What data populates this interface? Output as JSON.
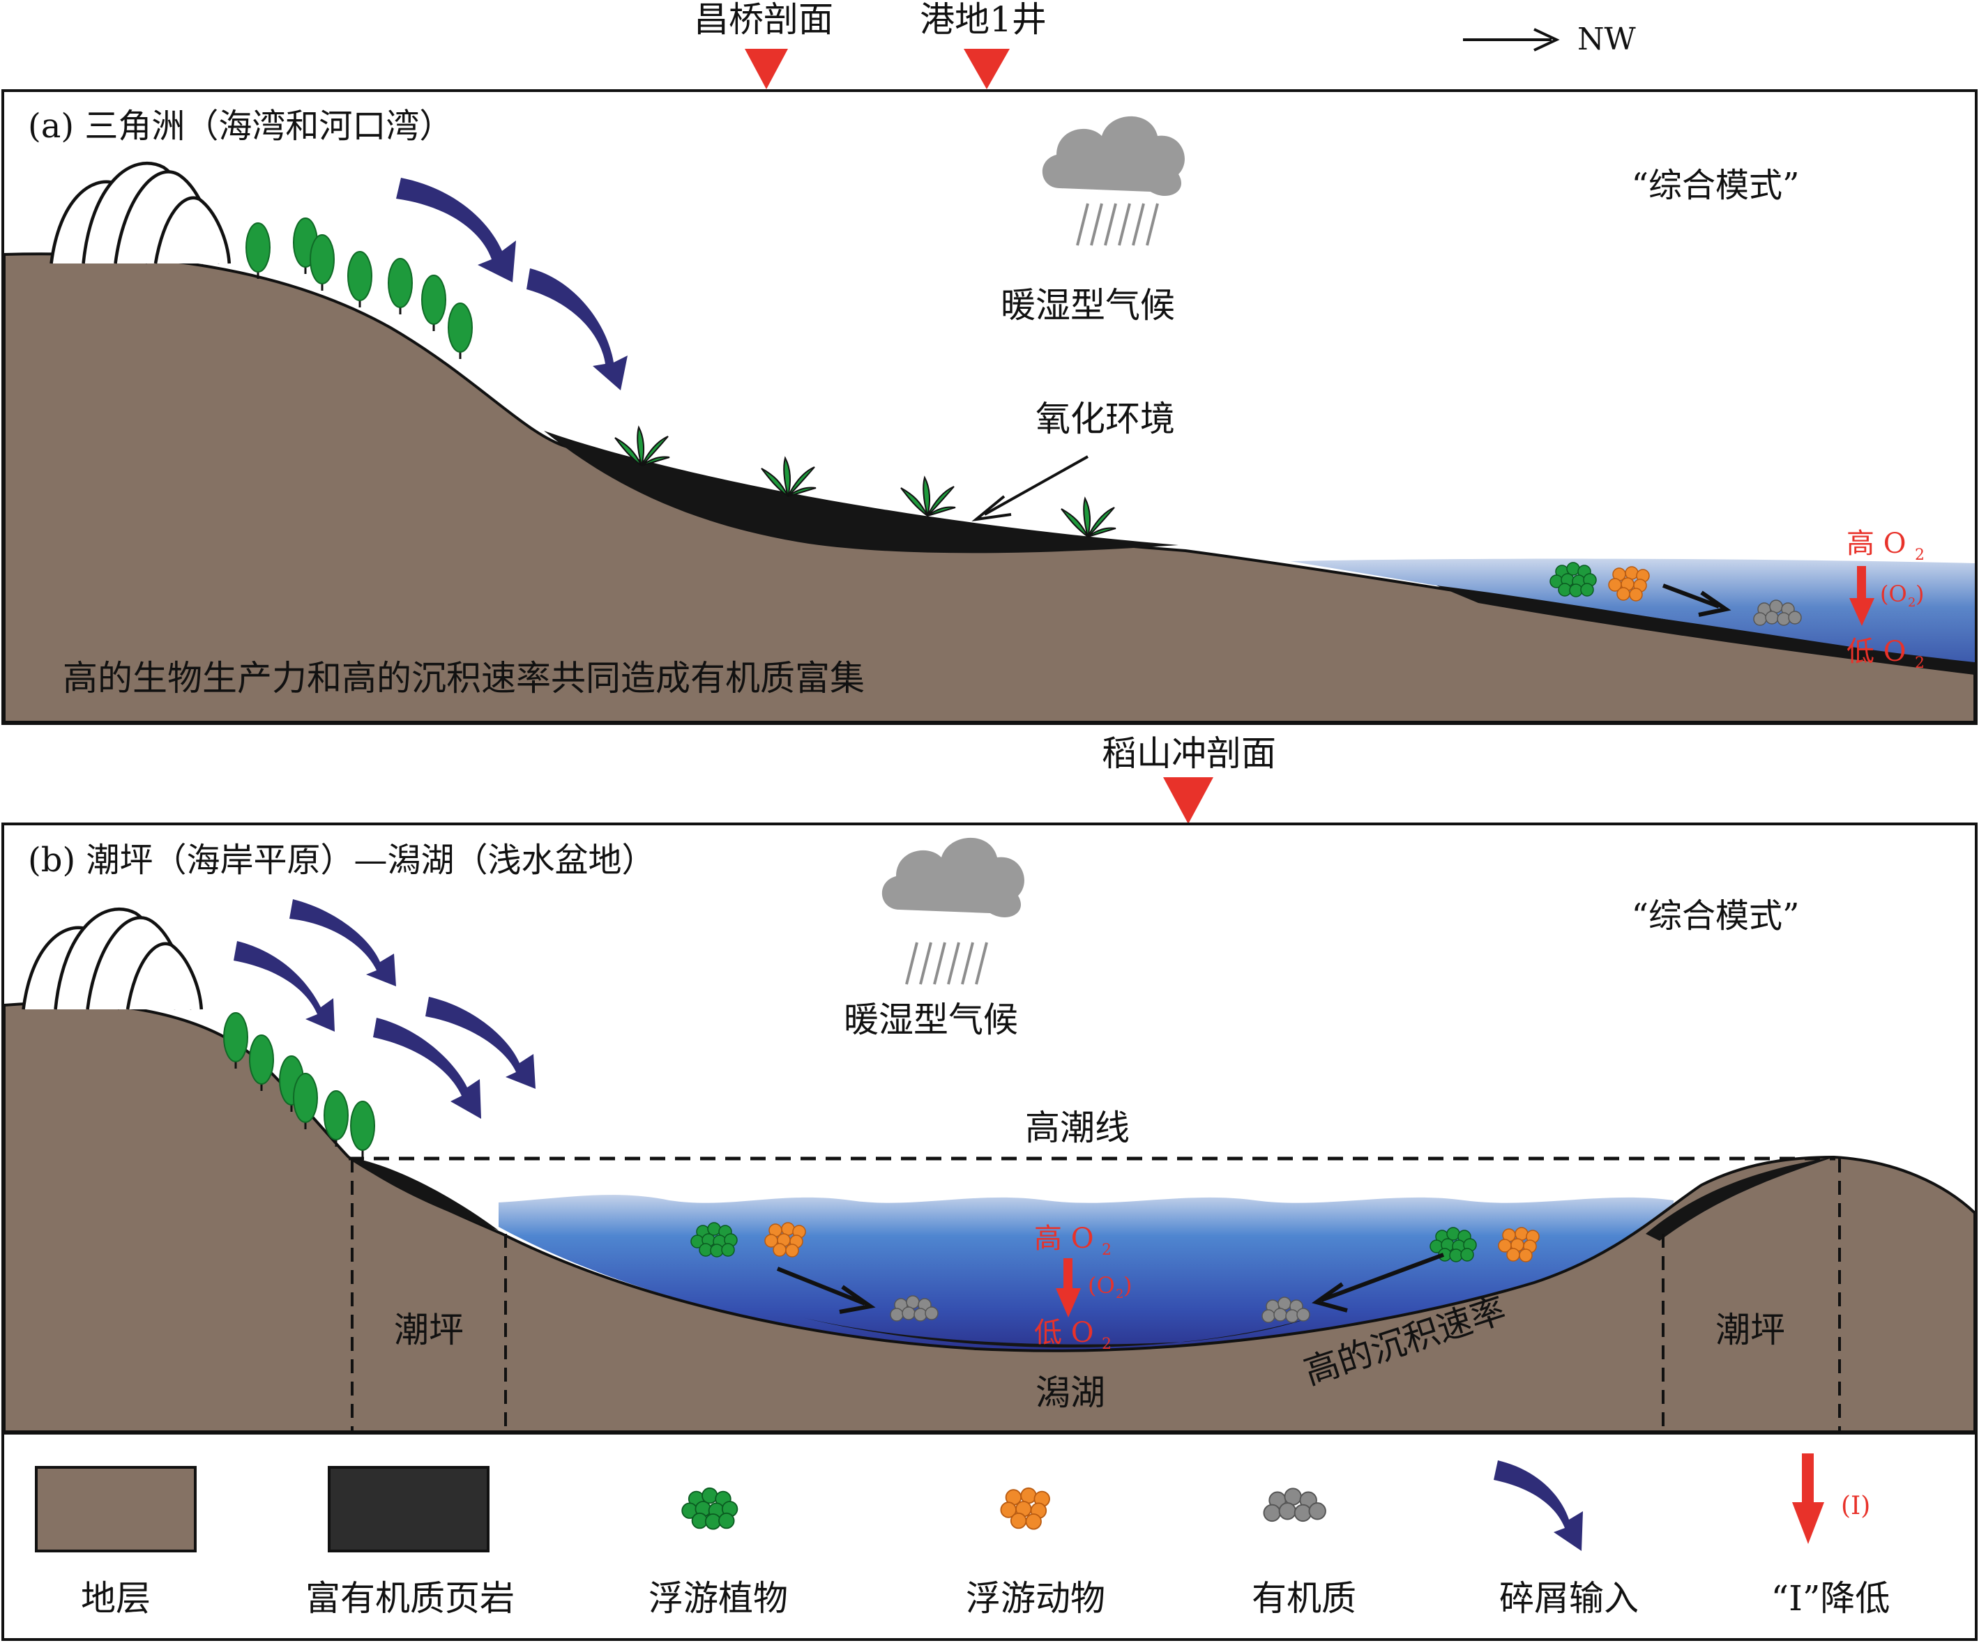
{
  "top": {
    "profile1": "昌桥剖面",
    "profile2": "港地1井",
    "direction": "NW"
  },
  "panel_a": {
    "title": "(a) 三角洲（海湾和河口湾）",
    "mode": "“综合模式”",
    "climate": "暖湿型气候",
    "environment": "氧化环境",
    "conclusion": "高的生物生产力和高的沉积速率共同造成有机质富集",
    "o2_high": "高 O",
    "o2_low": "低 O",
    "o2_sub": "2",
    "o2_mid": "(O",
    "o2_mid_close": ")"
  },
  "middle": {
    "profile3": "稻山冲剖面"
  },
  "panel_b": {
    "title": "(b) 潮坪（海岸平原）—潟湖（浅水盆地）",
    "mode": "“综合模式”",
    "climate": "暖湿型气候",
    "high_tide": "高潮线",
    "tidal_flat_left": "潮坪",
    "tidal_flat_right": "潮坪",
    "lagoon": "潟湖",
    "sed_rate": "高的沉积速率",
    "o2_high": "高 O",
    "o2_low": "低 O",
    "o2_sub": "2",
    "o2_mid": "(O",
    "o2_mid_close": ")"
  },
  "legend": {
    "strata": "地层",
    "shale": "富有机质页岩",
    "phyto": "浮游植物",
    "zoo": "浮游动物",
    "organic": "有机质",
    "detritus": "碎屑输入",
    "reduce_label": "“I”降低",
    "reduce_symbol": "(I)"
  },
  "colors": {
    "strata": "#857264",
    "shale": "#1a1a1a",
    "phytoplankton": "#1e9a3c",
    "zooplankton": "#f08a2a",
    "organic": "#8a8a8a",
    "detritus_arrow": "#2f2d78",
    "o2_arrow": "#e8322a",
    "cloud": "#9a9a9a"
  }
}
